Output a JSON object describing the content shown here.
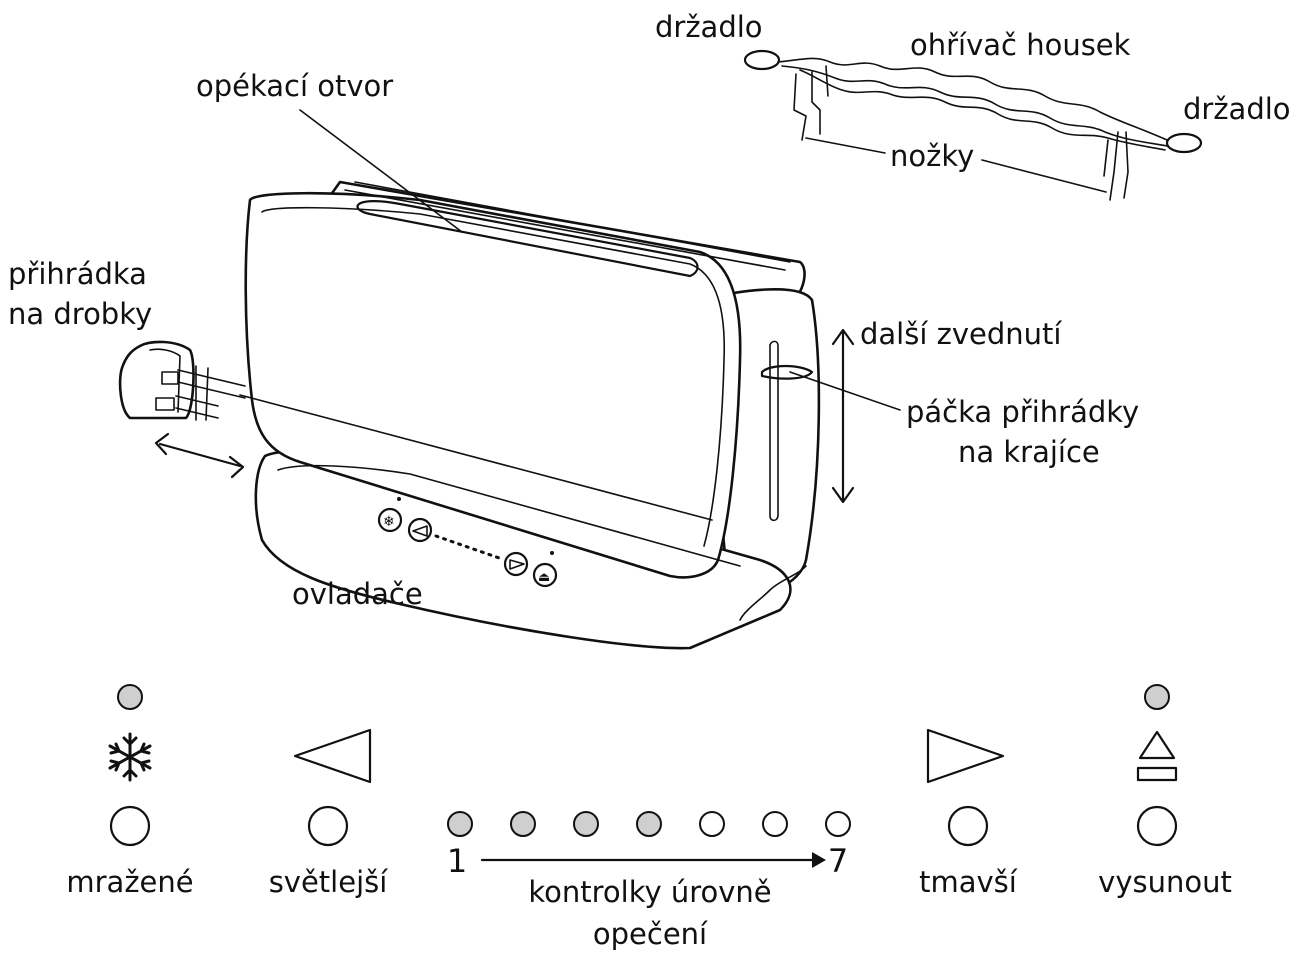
{
  "labels": {
    "handle_left": "držadlo",
    "bun_warmer": "ohřívač housek",
    "handle_right": "držadlo",
    "legs": "nožky",
    "toasting_slot": "opékací otvor",
    "crumb_tray_line1": "přihrádka",
    "crumb_tray_line2": "na drobky",
    "extra_lift": "další zvednutí",
    "slice_lever_line1": "páčka přihrádky",
    "slice_lever_line2": "na krajíce",
    "controls": "ovladače"
  },
  "panel": {
    "frozen": "mražené",
    "lighter": "světlejší",
    "darker": "tmavší",
    "eject": "vysunout",
    "level_min": "1",
    "level_max": "7",
    "levels_caption_line1": "kontrolky úrovně",
    "levels_caption_line2": "opečení",
    "level_leds": [
      {
        "level": 1,
        "lit": true
      },
      {
        "level": 2,
        "lit": true
      },
      {
        "level": 3,
        "lit": true
      },
      {
        "level": 4,
        "lit": true
      },
      {
        "level": 5,
        "lit": false
      },
      {
        "level": 6,
        "lit": false
      },
      {
        "level": 7,
        "lit": false
      }
    ]
  },
  "icons": [
    "snowflake-icon",
    "triangle-left-icon",
    "triangle-right-icon",
    "eject-icon"
  ],
  "colors": {
    "led_lit": "#cfcfcf",
    "led_unlit": "#ffffff",
    "ink": "#111111"
  }
}
